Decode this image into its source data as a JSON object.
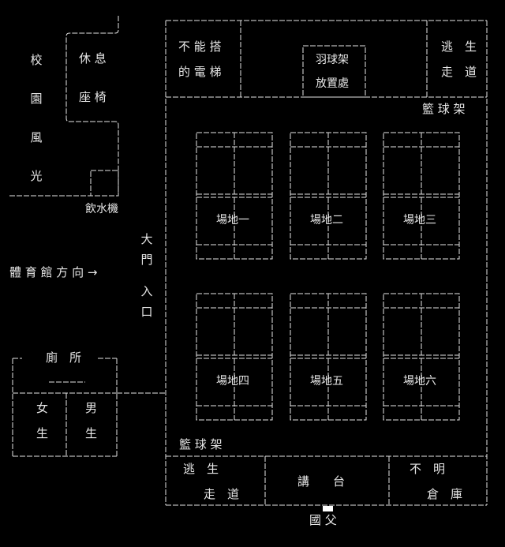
{
  "labels": {
    "campus_view": [
      "校",
      "園",
      "風",
      "光"
    ],
    "rest_bench": [
      "休 息",
      "座 椅"
    ],
    "drinking_fountain": "飲水機",
    "elevator": [
      "不 能 搭",
      "的 電 梯"
    ],
    "shuttle_rack": [
      "羽球架",
      "放置處"
    ],
    "escape_top": [
      "逃　生",
      "走　道"
    ],
    "basketball_rack_top": "籃 球 架",
    "courts": [
      "場地一",
      "場地二",
      "場地三",
      "場地四",
      "場地五",
      "場地六"
    ],
    "main_gate": [
      "大",
      "門",
      "入",
      "口"
    ],
    "gym_direction": "體 育 館 方 向 →",
    "restroom": {
      "title": "廁　所",
      "female": [
        "女",
        "生"
      ],
      "male": [
        "男",
        "生"
      ]
    },
    "basketball_rack_bottom": "籃 球 架",
    "escape_bottom": [
      "逃　生",
      "走　道"
    ],
    "podium": "講　　台",
    "unknown_storage": [
      "不　明",
      "倉　庫"
    ],
    "sun_yatsen": "國 父"
  },
  "colors": {
    "background": "#000000",
    "line": "#e6e6e6",
    "marker": "#ffffff"
  }
}
